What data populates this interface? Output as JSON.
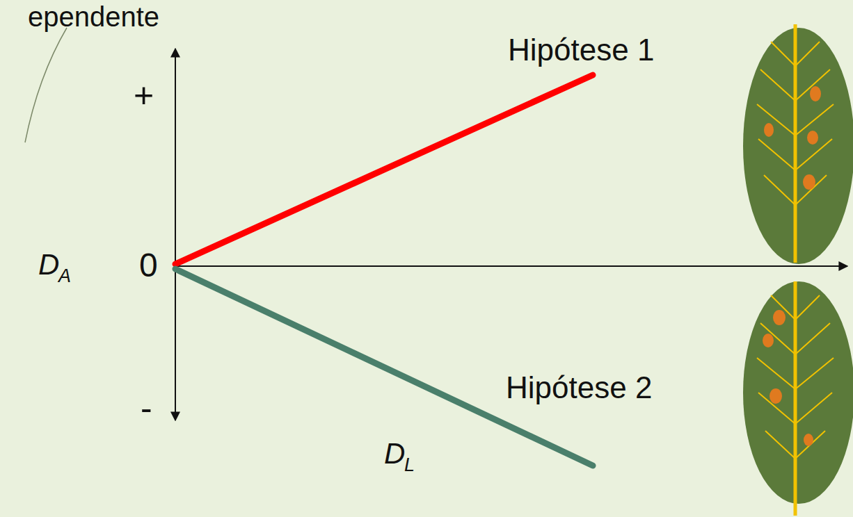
{
  "diagram": {
    "labels": [
      "ependente",
      "Hipótese 1",
      "+",
      "0",
      "-",
      "D",
      "A",
      "Hipótese 2",
      "D",
      "L"
    ]
  }
}
